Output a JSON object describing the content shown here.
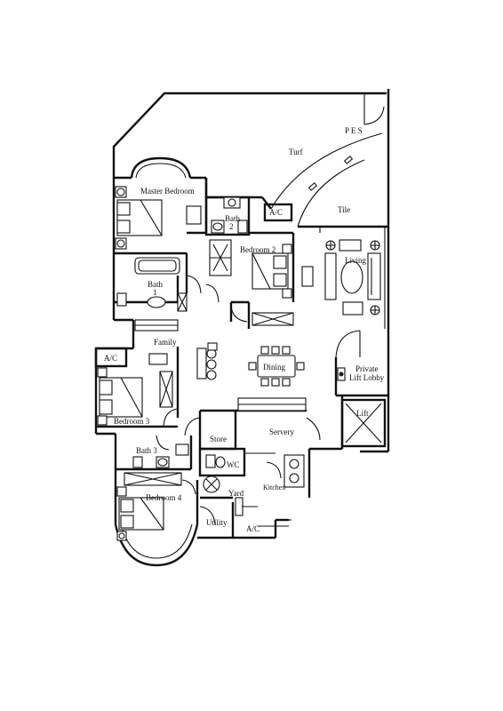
{
  "floorplan": {
    "rooms": {
      "pes": "P E S",
      "turf": "Turf",
      "tile": "Tile",
      "ac_top": "A/C",
      "master_bedroom": "Master Bedroom",
      "bath2_a": "Bath",
      "bath2_b": "2",
      "bedroom2": "Bedroom 2",
      "living": "Living",
      "bath1_a": "Bath",
      "bath1_b": "1",
      "family": "Family",
      "ac_left": "A/C",
      "dining": "Dining",
      "private_lift_lobby_a": "Private",
      "private_lift_lobby_b": "Lift Lobby",
      "lift": "Lift",
      "bedroom3": "Bedroom 3",
      "store": "Store",
      "servery": "Servery",
      "bath3": "Bath 3",
      "wc": "WC",
      "kitchen": "Kitchen",
      "bedroom4": "Bedroom 4",
      "yard": "Yard",
      "utility": "Utility",
      "ac_bottom": "A/C"
    }
  }
}
